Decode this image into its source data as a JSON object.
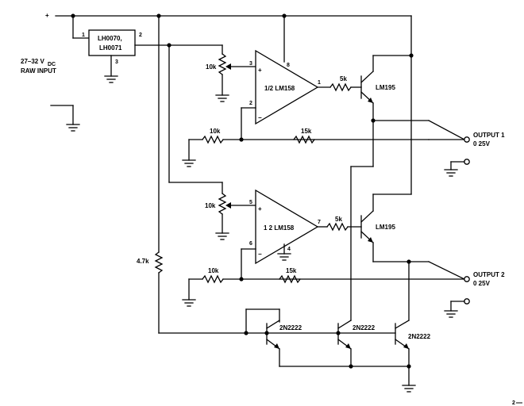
{
  "labels": {
    "input_plus": "+",
    "regulator_line1": "LH0070,",
    "regulator_line2": "LH0071",
    "reg_pin1": "1",
    "reg_pin2": "2",
    "reg_pin3": "3",
    "raw_input_line1": "27–32 V",
    "raw_input_sub": "DC",
    "raw_input_line2": "RAW INPUT",
    "pot1": "10k",
    "pot2": "10k",
    "opamp1_name": "1/2 LM158",
    "opamp2_name": "1 2 LM158",
    "op1_pin3": "3",
    "op1_pin2": "2",
    "op1_pin8": "8",
    "op1_pin1": "1",
    "op2_pin5": "5",
    "op2_pin6": "6",
    "op2_pin4": "4",
    "op2_pin7": "7",
    "plus_sym1": "+",
    "minus_sym1": "−",
    "plus_sym2": "+",
    "minus_sym2": "−",
    "r_base1": "5k",
    "r_base2": "5k",
    "r_fb1_in": "10k",
    "r_fb1": "15k",
    "r_fb2_in": "10k",
    "r_fb2": "15k",
    "r_bias": "4.7k",
    "q_out1": "LM195",
    "q_out2": "LM195",
    "output1_line1": "OUTPUT 1",
    "output1_line2": "0 25V",
    "output2_line1": "OUTPUT 2",
    "output2_line2": "0 25V",
    "q_mirror1": "2N2222",
    "q_mirror2": "2N2222",
    "q_mirror3": "2N2222",
    "corner_mark": "2"
  }
}
